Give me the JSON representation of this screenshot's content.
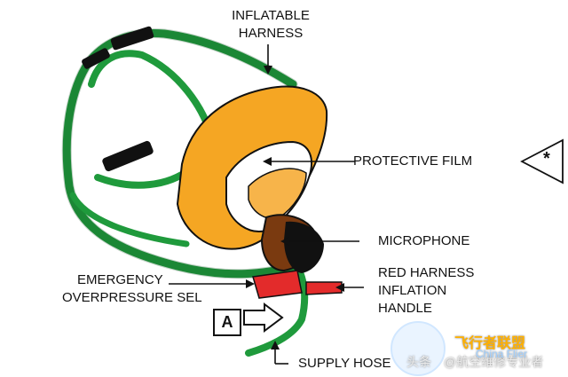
{
  "labels": {
    "inflatable_harness_line1": "INFLATABLE",
    "inflatable_harness_line2": "HARNESS",
    "protective_film": "PROTECTIVE FILM",
    "star": "*",
    "microphone": "MICROPHONE",
    "emergency_line1": "EMERGENCY",
    "emergency_line2": "OVERPRESSURE SEL",
    "red_harness_line1": "RED HARNESS",
    "red_harness_line2": "INFLATION",
    "red_harness_line3": "HANDLE",
    "view_a": "A",
    "supply_hose": "SUPPLY HOSE"
  },
  "watermark": {
    "left_text": "头条",
    "mid_text": "@航空维修专业者",
    "right_text": "飞行者联盟",
    "sub_text": "China Flier"
  },
  "colors": {
    "harness_green": "#1f9a3c",
    "mask_orange": "#f5a623",
    "mask_brown": "#7a3a10",
    "handle_red": "#e32b2b"
  }
}
